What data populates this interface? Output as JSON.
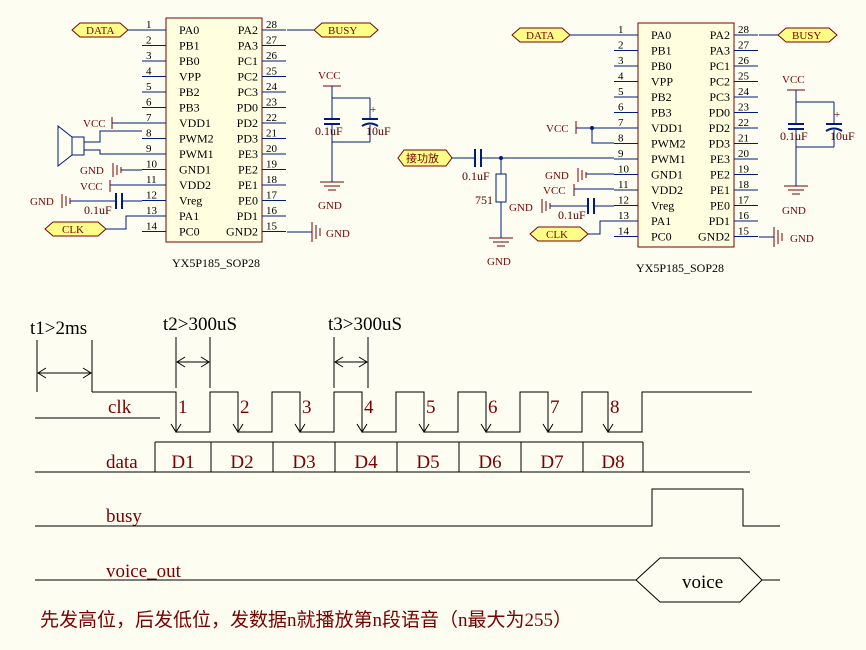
{
  "schematic_left": {
    "chip_name": "YX5P185_SOP28",
    "left_pin_numbers": [
      "1",
      "2",
      "3",
      "4",
      "5",
      "6",
      "7",
      "8",
      "9",
      "10",
      "11",
      "12",
      "13",
      "14"
    ],
    "left_pins": [
      "PA0",
      "PB1",
      "PB0",
      "VPP",
      "PB2",
      "PB3",
      "VDD1",
      "PWM2",
      "PWM1",
      "GND1",
      "VDD2",
      "Vreg",
      "PA1",
      "PC0"
    ],
    "right_pin_numbers": [
      "28",
      "27",
      "26",
      "25",
      "24",
      "23",
      "22",
      "21",
      "20",
      "19",
      "18",
      "17",
      "16",
      "15"
    ],
    "right_pins": [
      "PA2",
      "PA3",
      "PC1",
      "PC2",
      "PC3",
      "PD0",
      "PD2",
      "PD3",
      "PE3",
      "PE2",
      "PE1",
      "PE0",
      "PD1",
      "GND2"
    ],
    "port_data": "DATA",
    "port_busy": "BUSY",
    "port_clk": "CLK",
    "vcc_pin7": "VCC",
    "gnd_pin10": "GND",
    "vcc_pin11": "VCC",
    "gnd_vreg": "GND",
    "cap_vreg": "0.1uF",
    "vcc_top": "VCC",
    "cap_a": "0.1uF",
    "cap_b": "10uF",
    "gnd_bottom": "GND",
    "gnd_right": "GND"
  },
  "schematic_right": {
    "chip_name": "YX5P185_SOP28",
    "left_pin_numbers": [
      "1",
      "2",
      "3",
      "4",
      "5",
      "6",
      "7",
      "8",
      "9",
      "10",
      "11",
      "12",
      "13",
      "14"
    ],
    "left_pins": [
      "PA0",
      "PB1",
      "PB0",
      "VPP",
      "PB2",
      "PB3",
      "VDD1",
      "PWM2",
      "PWM1",
      "GND1",
      "VDD2",
      "Vreg",
      "PA1",
      "PC0"
    ],
    "right_pin_numbers": [
      "28",
      "27",
      "26",
      "25",
      "24",
      "23",
      "22",
      "21",
      "20",
      "19",
      "18",
      "17",
      "16",
      "15"
    ],
    "right_pins": [
      "PA2",
      "PA3",
      "PC1",
      "PC2",
      "PC3",
      "PD0",
      "PD2",
      "PD3",
      "PE3",
      "PE2",
      "PE1",
      "PE0",
      "PD1",
      "GND2"
    ],
    "port_data": "DATA",
    "port_busy": "BUSY",
    "port_clk": "CLK",
    "port_amp": "接功放",
    "cap_amp": "0.1uF",
    "resistor": "751",
    "gnd_resistor": "GND",
    "vcc_pin7": "VCC",
    "gnd_pin10": "GND",
    "vcc_pin11": "VCC",
    "gnd_vreg": "GND",
    "cap_vreg": "0.1uF",
    "vcc_top": "VCC",
    "cap_a": "0.1uF",
    "cap_b": "10uF",
    "gnd_bottom": "GND",
    "gnd_right": "GND"
  },
  "timing": {
    "t1": "t1>2ms",
    "t2": "t2>300uS",
    "t3": "t3>300uS",
    "row_clk": "clk",
    "row_data": "data",
    "row_busy": "busy",
    "row_voice": "voice_out",
    "pulse_numbers": [
      "1",
      "2",
      "3",
      "4",
      "5",
      "6",
      "7",
      "8"
    ],
    "data_bits": [
      "D1",
      "D2",
      "D3",
      "D4",
      "D5",
      "D6",
      "D7",
      "D8"
    ],
    "voice_label": "voice"
  },
  "footer_note": "先发高位，后发低位，发数据n就播放第n段语音（n最大为255）"
}
